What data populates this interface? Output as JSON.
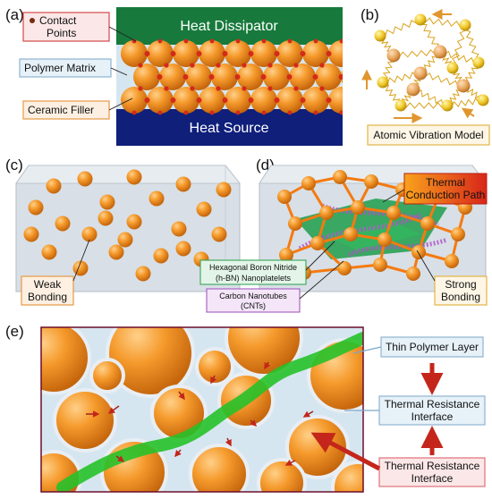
{
  "panels": {
    "a": {
      "label": "(a)",
      "contact_points": [
        "Contact",
        "Points"
      ],
      "polymer_matrix": "Polymer Matrix",
      "ceramic_filler": "Ceramic Filler",
      "heat_dissipator": "Heat Dissipator",
      "heat_source": "Heat Source"
    },
    "b": {
      "label": "(b)",
      "caption": "Atomic Vibration Model"
    },
    "c": {
      "label": "(c)",
      "weak_bonding": [
        "Weak",
        "Bonding"
      ]
    },
    "d": {
      "label": "(d)",
      "conduction_path": [
        "Thermal",
        "Conduction Path"
      ],
      "hbn": [
        "Hexagonal Boron Nitride",
        "(h-BN) Nanoplatelets"
      ],
      "cnt": [
        "Carbon Nanotubes",
        "(CNTs)"
      ],
      "strong_bonding": [
        "Strong",
        "Bonding"
      ]
    },
    "e": {
      "label": "(e)",
      "thin_layer": "Thin Polymer Layer",
      "interface_top": [
        "Thermal Resistance",
        "Interface"
      ],
      "interface_bottom": [
        "Thermal Resistance",
        "Interface"
      ]
    }
  },
  "colors": {
    "heat_dissipator": "#177a3c",
    "heat_source": "#0f1f7a",
    "polymer_matrix": "#d6e6f0",
    "filler": "#f08c1c",
    "contact_point": "#d42a1a",
    "hbn": "#1f9e4a",
    "cnt": "#b050c8",
    "conduction_path": "#f57a10",
    "arrow_red": "#c4261b",
    "box_blue_border": "#8fb5cf",
    "box_blue_fill": "#e6f1f8",
    "box_pink_border": "#e0707a",
    "box_orange_border": "#e59a48"
  },
  "icons": [
    "heat-arrow-icon",
    "atom-icon",
    "spring-icon"
  ]
}
